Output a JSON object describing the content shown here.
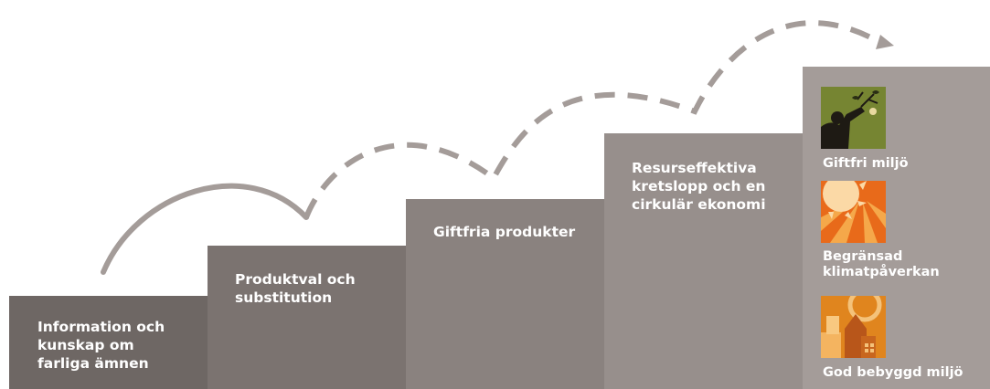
{
  "steps": [
    {
      "label": "Information och\nkunskap om\nfarliga ämnen"
    },
    {
      "label": "Produktval och\nsubstitution"
    },
    {
      "label": "Giftfria produkter"
    },
    {
      "label": "Resurseffektiva\nkretslopp och en\ncirkulär ekonomi"
    }
  ],
  "goals": [
    {
      "label": "Giftfri miljö",
      "icon": "person-picking-fruit-icon"
    },
    {
      "label": "Begränsad\nklimatpåverkan",
      "icon": "sun-icon"
    },
    {
      "label": "God bebyggd miljö",
      "icon": "building-icon"
    }
  ],
  "colors": {
    "step1": "#6e6764",
    "step2": "#7b7370",
    "step3": "#8a827f",
    "step4": "#978f8c",
    "step5": "#a49c99",
    "arrow": "#a49c99"
  }
}
